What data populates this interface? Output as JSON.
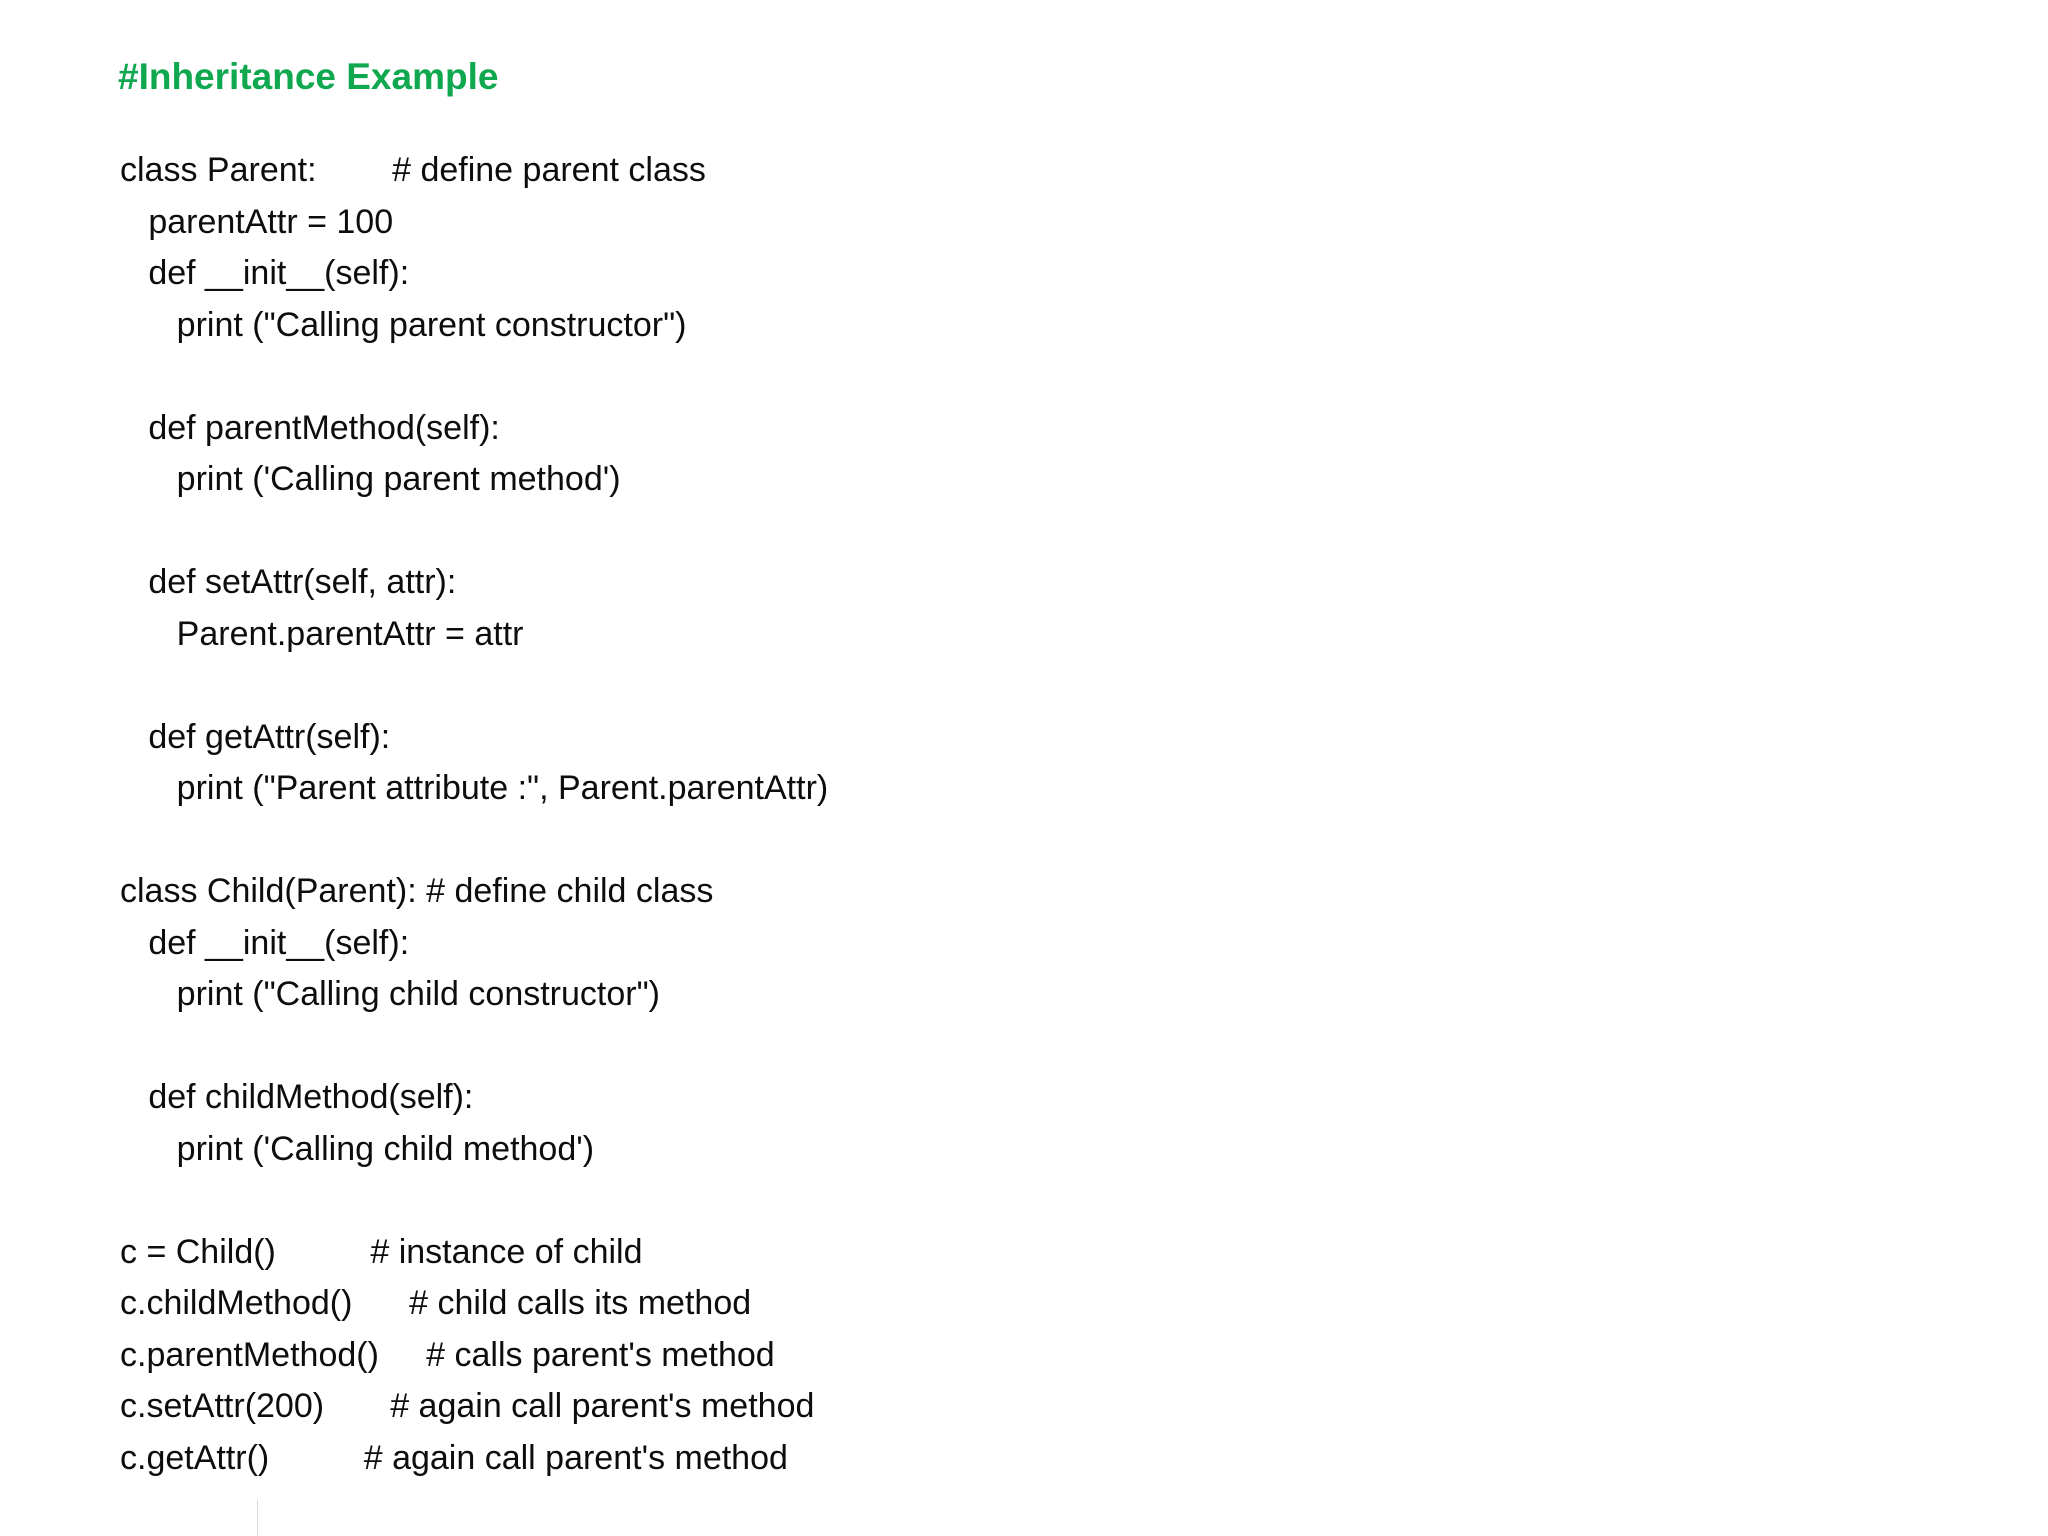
{
  "slide": {
    "background_color": "#ffffff",
    "title": {
      "text": "#Inheritance Example",
      "color": "#0FA84F"
    },
    "code_color": "#0d0d0d",
    "language": "python"
  },
  "code": {
    "lines": [
      "class Parent:        # define parent class",
      "   parentAttr = 100",
      "   def __init__(self):",
      "      print (\"Calling parent constructor\")",
      "",
      "   def parentMethod(self):",
      "      print ('Calling parent method')",
      "",
      "   def setAttr(self, attr):",
      "      Parent.parentAttr = attr",
      "",
      "   def getAttr(self):",
      "      print (\"Parent attribute :\", Parent.parentAttr)",
      "",
      "class Child(Parent): # define child class",
      "   def __init__(self):",
      "      print (\"Calling child constructor\")",
      "",
      "   def childMethod(self):",
      "      print ('Calling child method')",
      "",
      "c = Child()          # instance of child",
      "c.childMethod()      # child calls its method",
      "c.parentMethod()     # calls parent's method",
      "c.setAttr(200)       # again call parent's method",
      "c.getAttr()          # again call parent's method"
    ]
  }
}
